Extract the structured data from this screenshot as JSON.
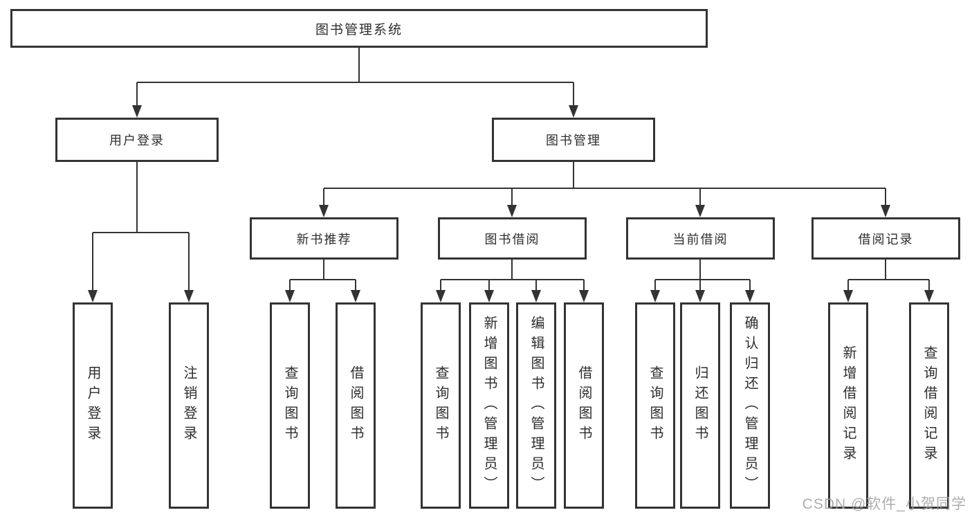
{
  "colors": {
    "background": "#ffffff",
    "line": "#333333",
    "box_border": "#333333",
    "text": "#2d2d2d",
    "watermark": "#a5a5a5"
  },
  "watermark": {
    "label": "CSDN @软件_小贺同学"
  },
  "tree": {
    "root": {
      "label": "图书管理系统",
      "children": [
        {
          "label": "用户登录",
          "children": [
            {
              "label": "用户登录"
            },
            {
              "label": "注销登录"
            }
          ]
        },
        {
          "label": "图书管理",
          "children": [
            {
              "label": "新书推荐",
              "children": [
                {
                  "label": "查询图书"
                },
                {
                  "label": "借阅图书"
                }
              ]
            },
            {
              "label": "图书借阅",
              "children": [
                {
                  "label": "查询图书"
                },
                {
                  "label": "新增图书（管理员）"
                },
                {
                  "label": "编辑图书（管理员）"
                },
                {
                  "label": "借阅图书"
                }
              ]
            },
            {
              "label": "当前借阅",
              "children": [
                {
                  "label": "查询图书"
                },
                {
                  "label": "归还图书"
                },
                {
                  "label": "确认归还（管理员）"
                }
              ]
            },
            {
              "label": "借阅记录",
              "children": [
                {
                  "label": "新增借阅记录"
                },
                {
                  "label": "查询借阅记录"
                }
              ]
            }
          ]
        }
      ]
    }
  }
}
